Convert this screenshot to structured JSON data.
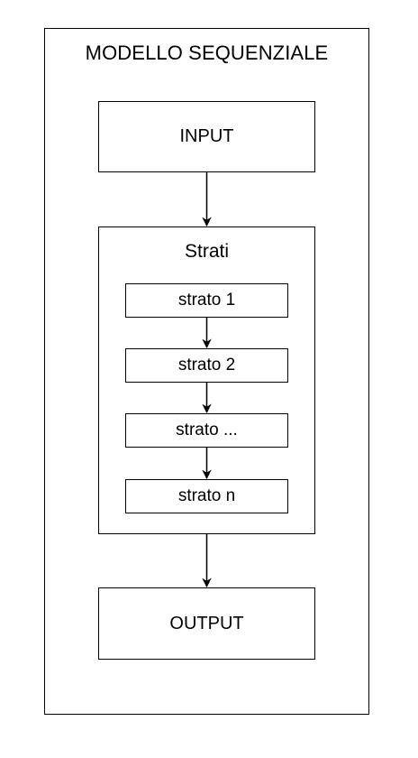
{
  "diagram": {
    "title": "MODELLO SEQUENZIALE",
    "input_label": "INPUT",
    "group_label": "Strati",
    "layers": [
      "strato 1",
      "strato 2",
      "strato ...",
      "strato n"
    ],
    "output_label": "OUTPUT"
  },
  "colors": {
    "stroke": "#000000",
    "background": "#ffffff"
  }
}
